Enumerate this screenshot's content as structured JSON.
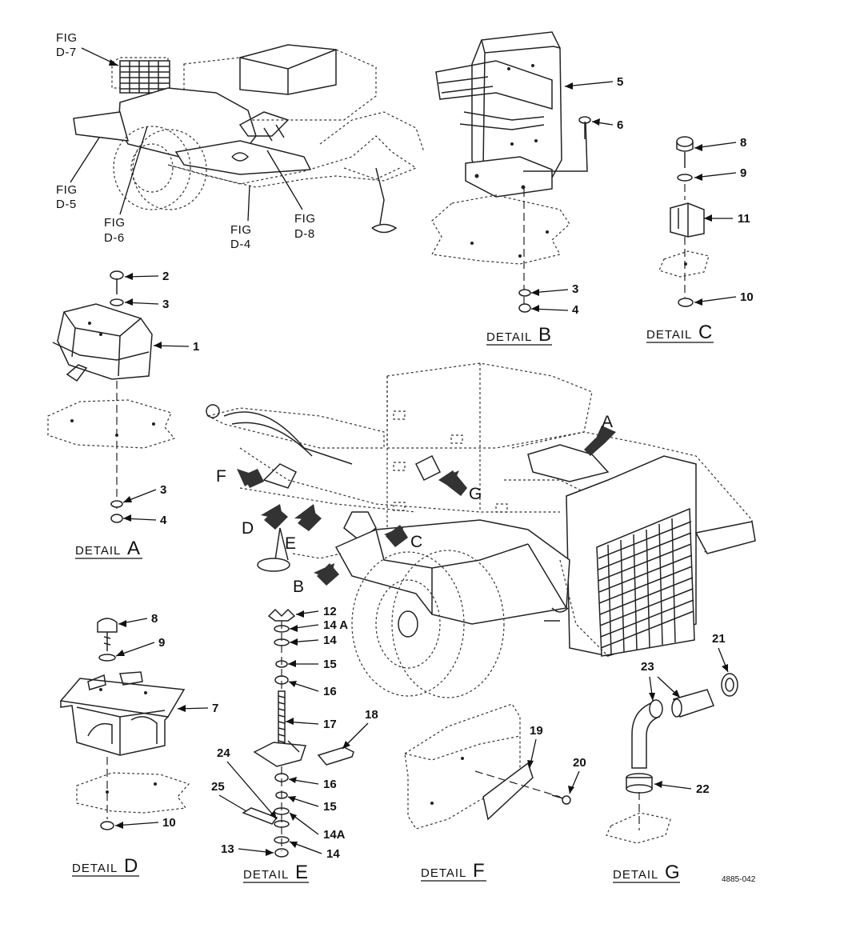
{
  "fig_refs": [
    {
      "id": "d7",
      "line1": "FIG",
      "line2": "D-7"
    },
    {
      "id": "d5",
      "line1": "FIG",
      "line2": "D-5"
    },
    {
      "id": "d6",
      "line1": "FIG",
      "line2": "D-6"
    },
    {
      "id": "d4",
      "line1": "FIG",
      "line2": "D-4"
    },
    {
      "id": "d8",
      "line1": "FIG",
      "line2": "D-8"
    }
  ],
  "details": {
    "a": {
      "word": "DETAIL",
      "letter": "A"
    },
    "b": {
      "word": "DETAIL",
      "letter": "B"
    },
    "c": {
      "word": "DETAIL",
      "letter": "C"
    },
    "d": {
      "word": "DETAIL",
      "letter": "D"
    },
    "e": {
      "word": "DETAIL",
      "letter": "E"
    },
    "f": {
      "word": "DETAIL",
      "letter": "F"
    },
    "g": {
      "word": "DETAIL",
      "letter": "G"
    }
  },
  "arrow_letters": {
    "a": "A",
    "b": "B",
    "c": "C",
    "d": "D",
    "e": "E",
    "f": "F",
    "g": "G"
  },
  "callouts": {
    "a": [
      "1",
      "2",
      "3",
      "3",
      "4"
    ],
    "b": [
      "5",
      "6",
      "3",
      "4"
    ],
    "c": [
      "8",
      "9",
      "11",
      "10"
    ],
    "d": [
      "8",
      "9",
      "7",
      "10"
    ],
    "e": [
      "12",
      "14 A",
      "14",
      "15",
      "16",
      "17",
      "18",
      "16",
      "15",
      "14A",
      "14",
      "24",
      "25",
      "13"
    ],
    "f": [
      "19",
      "20"
    ],
    "g": [
      "21",
      "23",
      "22"
    ]
  },
  "document_number": "4885-042"
}
